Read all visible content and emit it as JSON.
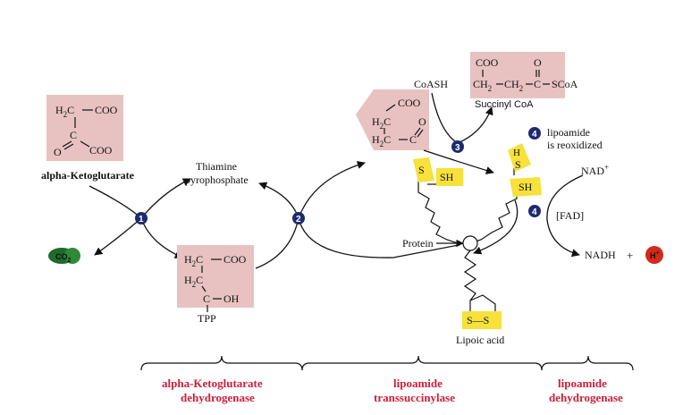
{
  "molecules": {
    "akg": {
      "name": "alpha-Ketoglutarate",
      "l1": "H",
      "l1s": "2",
      "l1r": "C",
      "l1c": "COO",
      "o": "O",
      "c": "C",
      "coo": "COO"
    },
    "co2": {
      "label": "CO",
      "sub": "2"
    },
    "tpp_name": {
      "l1": "Thiamine",
      "l2": "pyrophosphate"
    },
    "intermediate": {
      "h2c1": "H",
      "s2": "2",
      "c1": "C",
      "coo": "COO",
      "h2c2": "H",
      "s3": "2",
      "c2": "C",
      "c3": "C",
      "oh": "OH",
      "tpp": "TPP"
    },
    "acyl": {
      "coo": "COO",
      "h2c": "H",
      "s": "2",
      "c": "C",
      "c2": "C",
      "o": "O"
    },
    "succinyl": {
      "coo": "COO",
      "o": "O",
      "chain": "CH",
      "s1": "2",
      "chain2": "CH",
      "s2": "2",
      "c": "C",
      "scoa": "SCoA",
      "name": "Succinyl CoA"
    },
    "coash": "CoASH",
    "sh1": "SH",
    "s1": "S",
    "h": "H",
    "s2": "S",
    "sh2": "SH",
    "protein": "Protein",
    "lipoic": {
      "ss": "S—S",
      "name": "Lipoic acid"
    },
    "nad": "NAD",
    "nad_sup": "+",
    "fad": "[FAD]",
    "nadh": "NADH",
    "plus": "+",
    "hplus": "H",
    "hplus_sup": "+"
  },
  "steps": {
    "n1": "1",
    "n2": "2",
    "n3": "3",
    "n4a": "4",
    "n4b": "4"
  },
  "note": {
    "l1": "lipoamide",
    "l2": "is reoxidized"
  },
  "enzymes": {
    "e1": {
      "l1": "alpha-Ketoglutarate",
      "l2": "dehydrogenase"
    },
    "e2": {
      "l1": "lipoamide",
      "l2": "transsuccinylase"
    },
    "e3": {
      "l1": "lipoamide",
      "l2": "dehydrogenase"
    }
  },
  "colors": {
    "box": "#e8c2c0",
    "highlight": "#f7e13a",
    "enzyme_text": "#cc1f3a",
    "step_circle": "#1e2a6e",
    "co2": "#1f6b2a",
    "proton": "#d42a1c"
  }
}
